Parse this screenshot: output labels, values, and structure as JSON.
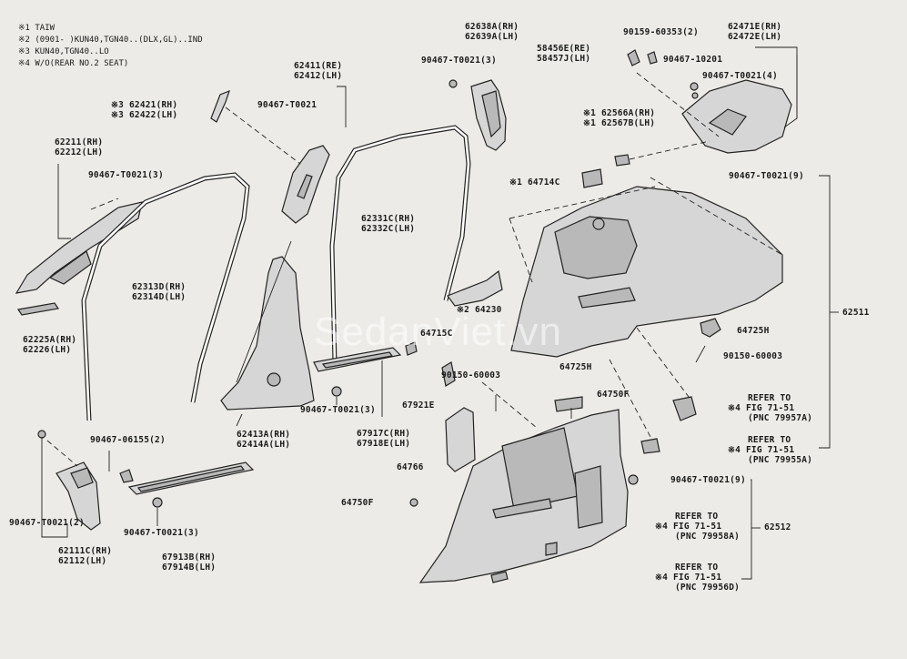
{
  "notes": [
    {
      "mark": "※1",
      "text": "TAIW"
    },
    {
      "mark": "※2",
      "text": "(0901-      )KUN40,TGN40..(DLX,GL)..IND"
    },
    {
      "mark": "※3",
      "text": "KUN40,TGN40..LO"
    },
    {
      "mark": "※4",
      "text": "W/O(REAR NO.2 SEAT)"
    }
  ],
  "watermark": "SedanViet.vn",
  "labels": {
    "p62211": [
      "62211(RH)",
      "62212(LH)"
    ],
    "p90467_a": "90467-T0021(3)",
    "p62225": [
      "62225A(RH)",
      "62226(LH)"
    ],
    "p62421": [
      "※3 62421(RH)",
      "※3 62422(LH)"
    ],
    "p62411": [
      "62411(RE)",
      "62412(LH)"
    ],
    "p90467_b": "90467-T0021",
    "p62313": [
      "62313D(RH)",
      "62314D(LH)"
    ],
    "p62331": [
      "62331C(RH)",
      "62332C(LH)"
    ],
    "p62638": [
      "62638A(RH)",
      "62639A(LH)"
    ],
    "p90467_c": "90467-T0021(3)",
    "p90159": "90159-60353(2)",
    "p58456": [
      "58456E(RE)",
      "58457J(LH)"
    ],
    "p62471": [
      "62471E(RH)",
      "62472E(LH)"
    ],
    "p90467_10201": "90467-10201",
    "p90467_d": "90467-T0021(4)",
    "p62566": [
      "※1 62566A(RH)",
      "※1 62567B(LH)"
    ],
    "p64714": "※1 64714C",
    "p90467_e": "90467-T0021(9)",
    "p62511": "62511",
    "p64230": "※2 64230",
    "p64715": "64715C",
    "p64725h_a": "64725H",
    "p90150_a": "90150-60003",
    "p90150_b": "90150-60003",
    "p64725h_b": "64725H",
    "p64750f": "64750F",
    "refer1": [
      "REFER TO",
      "※4 FIG 71-51",
      "(PNC 79957A)"
    ],
    "refer2": [
      "REFER TO",
      "※4 FIG 71-51",
      "(PNC 79955A)"
    ],
    "p62413": [
      "62413A(RH)",
      "62414A(LH)"
    ],
    "p90467_f": "90467-T0021(3)",
    "p67921": "67921E",
    "p67917": [
      "67917C(RH)",
      "67918E(LH)"
    ],
    "p90467_06155": "90467-06155(2)",
    "p64766": "64766",
    "p90467_g": "90467-T0021(9)",
    "p64750f_b": "64750F",
    "p62512": "62512",
    "refer3": [
      "REFER TO",
      "※4 FIG 71-51",
      "(PNC 79958A)"
    ],
    "refer4": [
      "REFER TO",
      "※4 FIG 71-51",
      "(PNC 79956D)"
    ],
    "p90467_h": "90467-T0021(2)",
    "p62111": [
      "62111C(RH)",
      "62112(LH)"
    ],
    "p90467_i": "90467-T0021(3)",
    "p67913": [
      "67913B(RH)",
      "67914B(LH)"
    ]
  }
}
